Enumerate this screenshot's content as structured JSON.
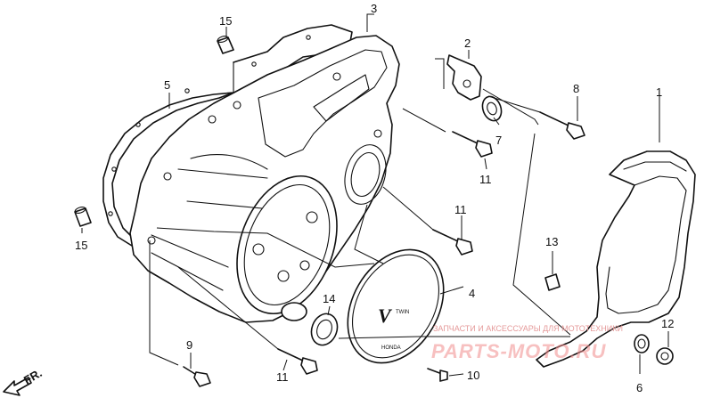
{
  "callouts": {
    "c1": "1",
    "c2": "2",
    "c3": "3",
    "c4": "4",
    "c5": "5",
    "c6": "6",
    "c7": "7",
    "c8": "8",
    "c9": "9",
    "c10": "10",
    "c11a": "11",
    "c11b": "11",
    "c11c": "11",
    "c12": "12",
    "c13": "13",
    "c14": "14",
    "c15a": "15",
    "c15b": "15"
  },
  "badge": {
    "v_letter": "V",
    "twin": "TWIN",
    "maker": "HONDA"
  },
  "direction": {
    "label": "FR."
  },
  "watermark": {
    "tagline": "ЗАПЧАСТИ И АКСЕССУАРЫ ДЛЯ МОТОТЕХНИКИ",
    "logo": "PARTS-MOTO.RU"
  },
  "colors": {
    "line": "#111111",
    "background": "#ffffff",
    "watermark": "#f08c8c"
  }
}
